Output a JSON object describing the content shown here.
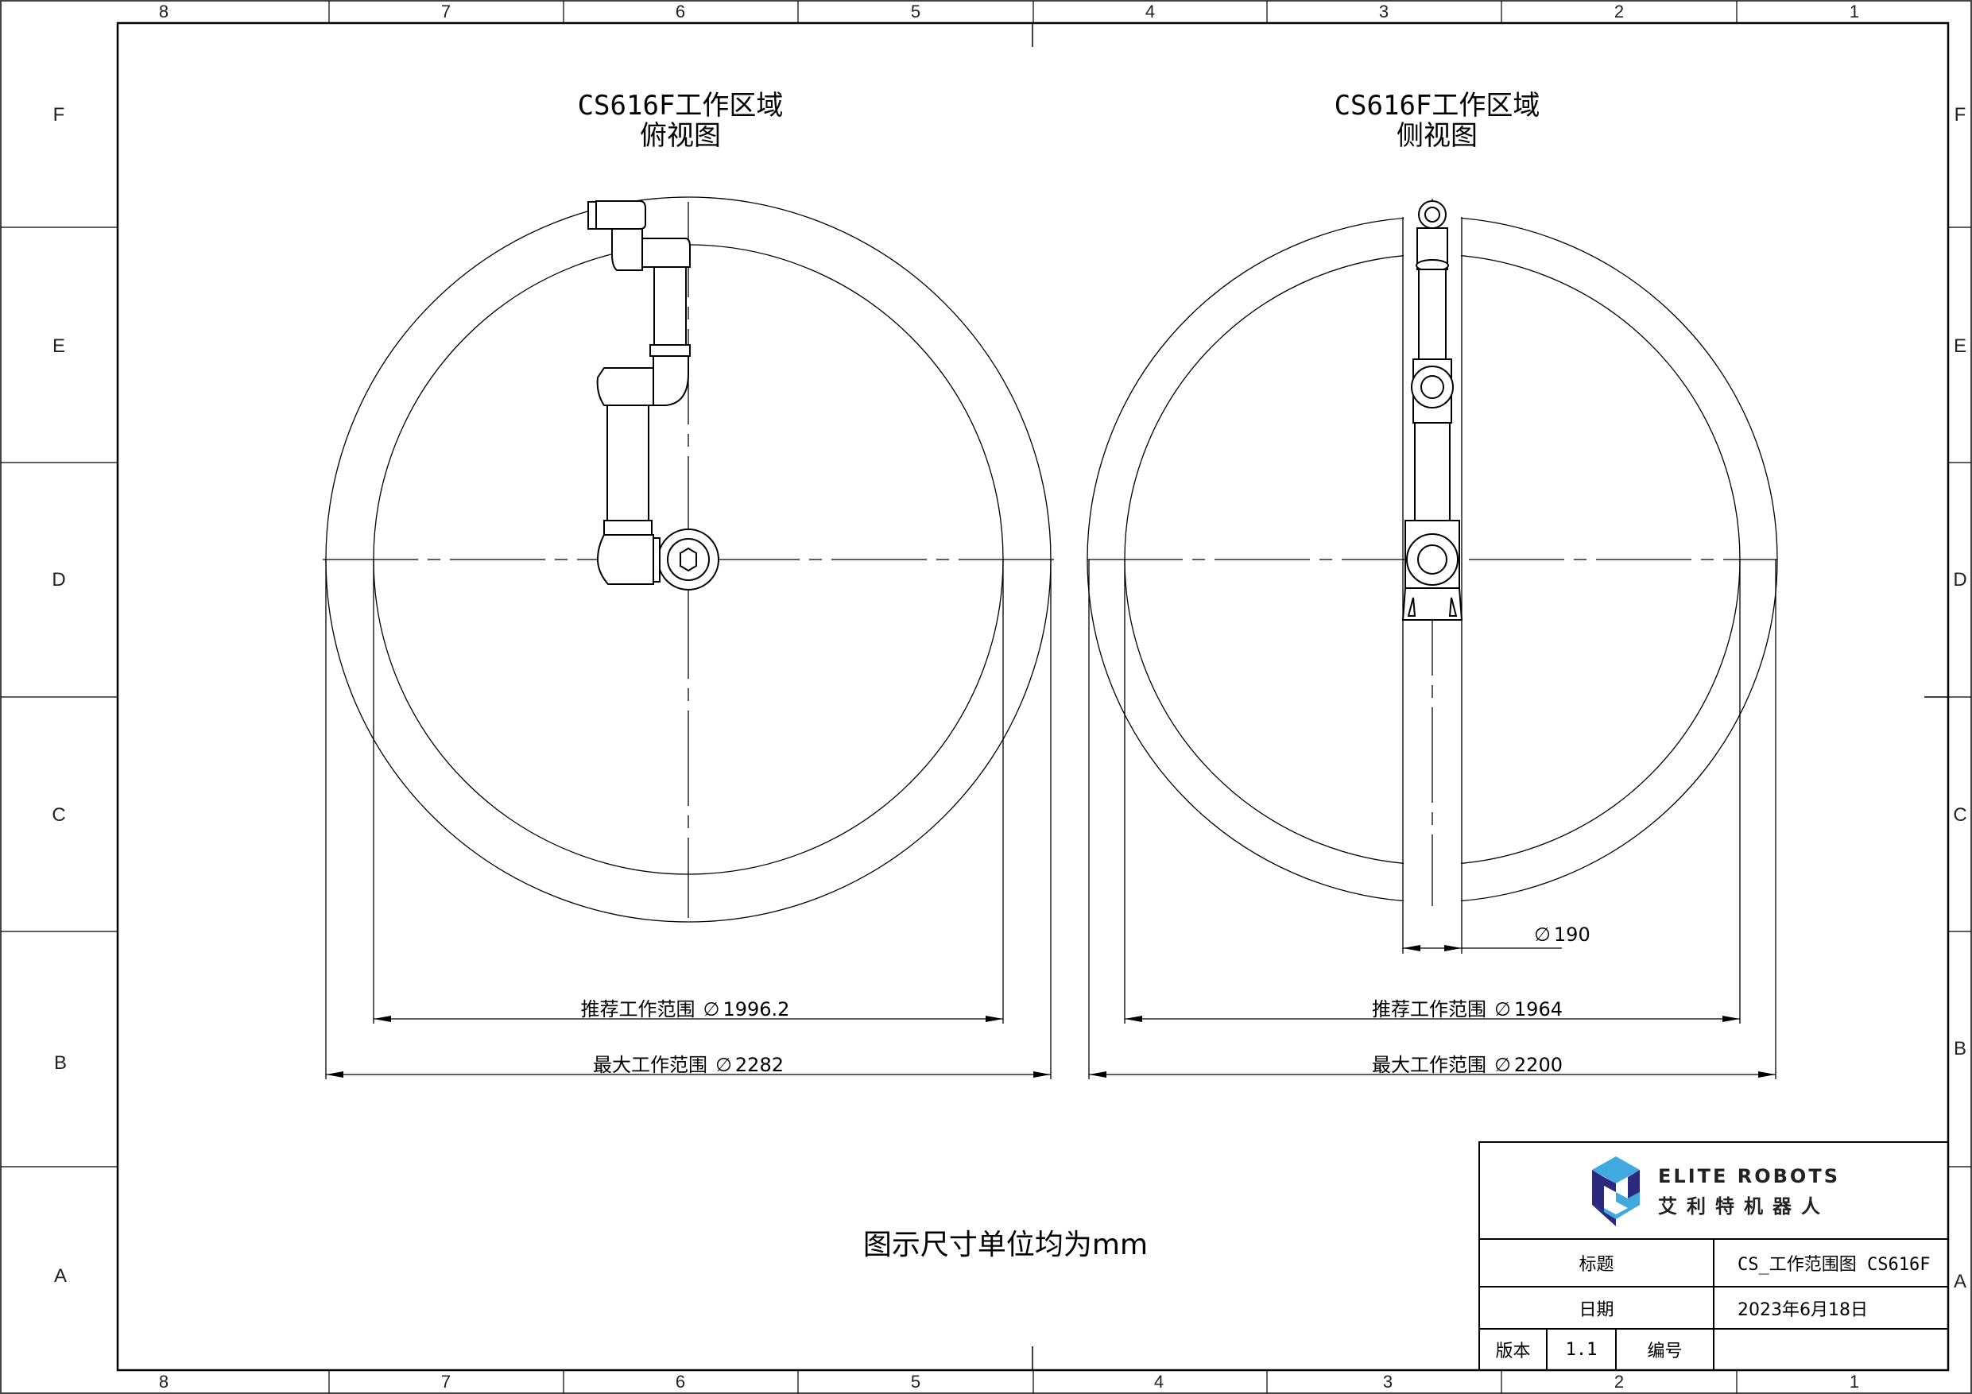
{
  "sheet": {
    "columns": [
      "8",
      "7",
      "6",
      "5",
      "4",
      "3",
      "2",
      "1"
    ],
    "rows": [
      "F",
      "E",
      "D",
      "C",
      "B",
      "A"
    ]
  },
  "views": {
    "top": {
      "title_line1": "CS616F工作区域",
      "title_line2": "俯视图",
      "recommended_label": "推荐工作范围",
      "recommended_value": "1996.2",
      "max_label": "最大工作范围",
      "max_value": "2282"
    },
    "side": {
      "title_line1": "CS616F工作区域",
      "title_line2": "侧视图",
      "base_value": "190",
      "recommended_label": "推荐工作范围",
      "recommended_value": "1964",
      "max_label": "最大工作范围",
      "max_value": "2200"
    }
  },
  "symbols": {
    "diameter": "∅"
  },
  "note": "图示尺寸单位均为mm",
  "title_block": {
    "brand_en": "ELITE ROBOTS",
    "brand_cn": "艾利特机器人",
    "logo_colors": {
      "light": "#3fa9e0",
      "dark": "#2b2a7f"
    },
    "title_label": "标题",
    "title_value": "CS_工作范围图 CS616F",
    "date_label": "日期",
    "date_value": "2023年6月18日",
    "version_label": "版本",
    "version_value": "1.1",
    "number_label": "编号",
    "number_value": ""
  }
}
